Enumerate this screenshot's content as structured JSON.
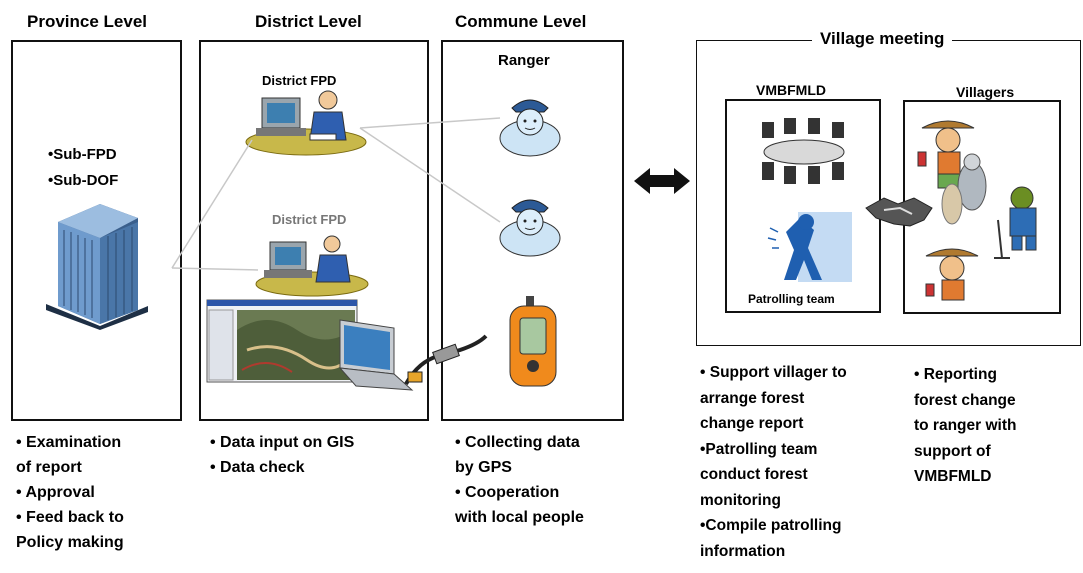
{
  "headers": {
    "province": "Province Level",
    "district": "District Level",
    "commune": "Commune Level",
    "village": "Village meeting"
  },
  "province": {
    "items": [
      "•Sub-FPD",
      "•Sub-DOF"
    ]
  },
  "district": {
    "fpd_top": "District FPD",
    "fpd_bottom": "District FPD"
  },
  "commune": {
    "ranger": "Ranger"
  },
  "village": {
    "vmbfmld": "VMBFMLD",
    "villagers": "Villagers",
    "patrolling": "Patrolling team"
  },
  "bullets": {
    "province": [
      "• Examination",
      "of report",
      "• Approval",
      "• Feed back to",
      "Policy making"
    ],
    "district": [
      "• Data input on GIS",
      "• Data check"
    ],
    "commune": [
      "• Collecting data",
      "by GPS",
      "• Cooperation",
      "with local people"
    ],
    "village_left": [
      "• Support villager to",
      "arrange forest",
      "change report",
      "•Patrolling team",
      "conduct forest",
      "monitoring",
      "•Compile patrolling",
      "information"
    ],
    "village_right": [
      "• Reporting",
      "forest change",
      "to ranger with",
      "support of",
      "VMBFMLD"
    ]
  },
  "colors": {
    "building": "#5b86b8",
    "screen": "#3d7fb0",
    "desk": "#c8b84a",
    "gps": "#f08a1c",
    "patrol": "#1f5fb0"
  }
}
